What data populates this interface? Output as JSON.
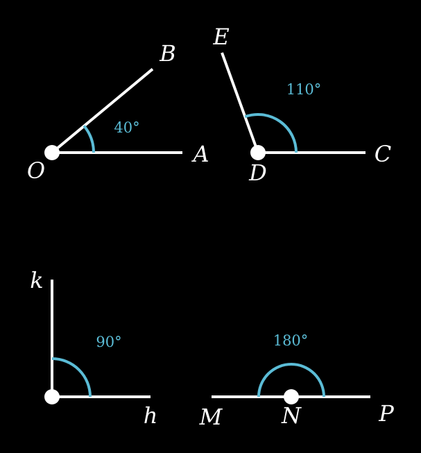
{
  "colors": {
    "background": "#000000",
    "ray": "#ffffff",
    "arc": "#5bbcd6"
  },
  "angles": [
    {
      "id": "angle-aob",
      "vertex": "O",
      "arm_1": "A",
      "arm_2": "B",
      "measure_label": "40°"
    },
    {
      "id": "angle-cde",
      "vertex": "D",
      "arm_1": "C",
      "arm_2": "E",
      "measure_label": "110°"
    },
    {
      "id": "angle-hk",
      "vertex": "",
      "arm_1": "h",
      "arm_2": "k",
      "measure_label": "90°"
    },
    {
      "id": "angle-mnp",
      "vertex": "N",
      "arm_1": "P",
      "arm_2": "M",
      "measure_label": "180°"
    }
  ]
}
